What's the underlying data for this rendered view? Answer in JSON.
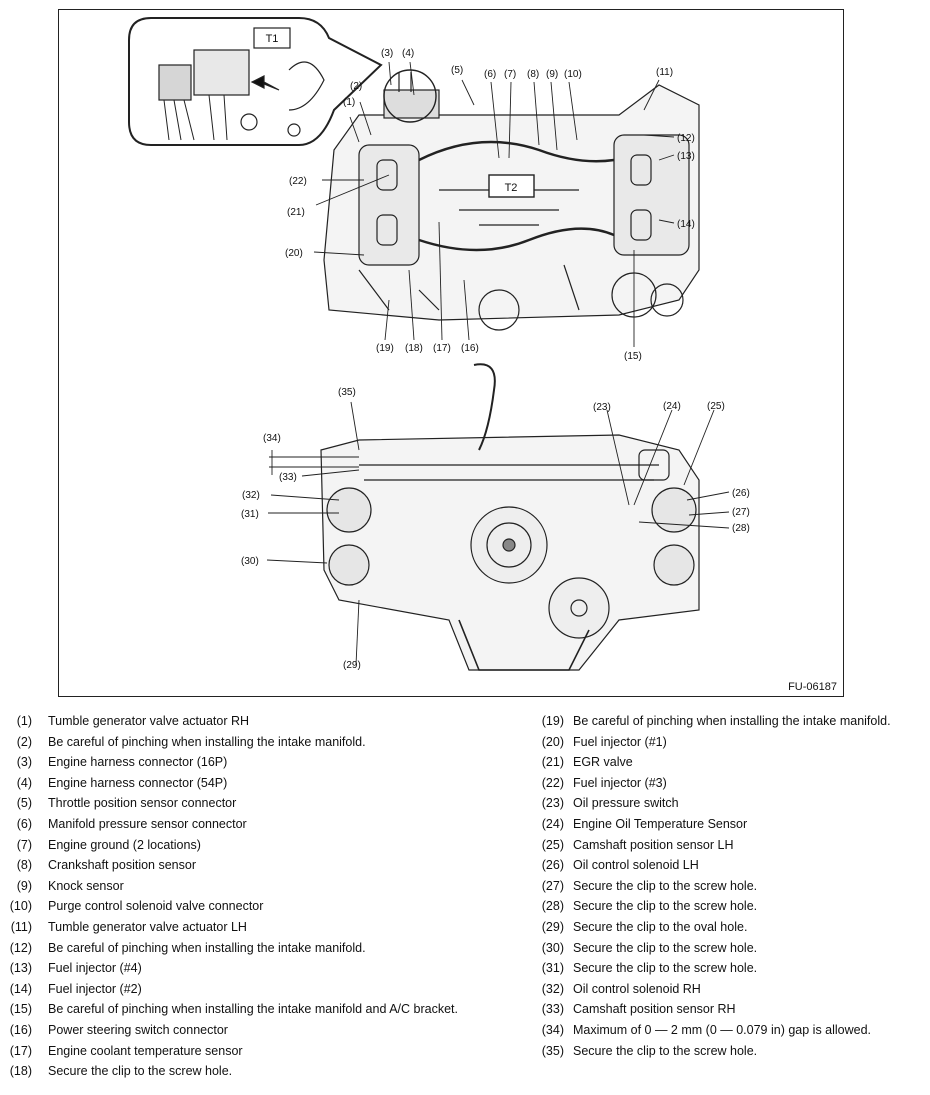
{
  "figure": {
    "code": "FU-06187",
    "tags": {
      "t1": "T1",
      "t2": "T2"
    },
    "callouts": [
      "(1)",
      "(2)",
      "(3)",
      "(4)",
      "(5)",
      "(6)",
      "(7)",
      "(8)",
      "(9)",
      "(10)",
      "(11)",
      "(12)",
      "(13)",
      "(14)",
      "(15)",
      "(16)",
      "(17)",
      "(18)",
      "(19)",
      "(20)",
      "(21)",
      "(22)",
      "(23)",
      "(24)",
      "(25)",
      "(26)",
      "(27)",
      "(28)",
      "(29)",
      "(30)",
      "(31)",
      "(32)",
      "(33)",
      "(34)",
      "(35)"
    ]
  },
  "legend": {
    "left": [
      {
        "num": "(1)",
        "text": "Tumble generator valve actuator RH"
      },
      {
        "num": "(2)",
        "text": "Be careful of pinching when installing the intake manifold."
      },
      {
        "num": "(3)",
        "text": "Engine harness connector (16P)"
      },
      {
        "num": "(4)",
        "text": "Engine harness connector (54P)"
      },
      {
        "num": "(5)",
        "text": "Throttle position sensor connector"
      },
      {
        "num": "(6)",
        "text": "Manifold pressure sensor connector"
      },
      {
        "num": "(7)",
        "text": "Engine ground (2 locations)"
      },
      {
        "num": "(8)",
        "text": "Crankshaft position sensor"
      },
      {
        "num": "(9)",
        "text": "Knock sensor"
      },
      {
        "num": "(10)",
        "text": "Purge control solenoid valve connector"
      },
      {
        "num": "(11)",
        "text": "Tumble generator valve actuator LH"
      },
      {
        "num": "(12)",
        "text": "Be careful of pinching when installing the intake manifold."
      },
      {
        "num": "(13)",
        "text": "Fuel injector (#4)"
      },
      {
        "num": "(14)",
        "text": "Fuel injector (#2)"
      },
      {
        "num": "(15)",
        "text": "Be careful of pinching when installing the intake manifold and A/C bracket."
      },
      {
        "num": "(16)",
        "text": "Power steering switch connector"
      },
      {
        "num": "(17)",
        "text": "Engine coolant temperature sensor"
      },
      {
        "num": "(18)",
        "text": "Secure the clip to the screw hole."
      }
    ],
    "right": [
      {
        "num": "(19)",
        "text": "Be careful of pinching when installing the intake manifold."
      },
      {
        "num": "(20)",
        "text": "Fuel injector (#1)"
      },
      {
        "num": "(21)",
        "text": "EGR valve"
      },
      {
        "num": "(22)",
        "text": "Fuel injector (#3)"
      },
      {
        "num": "(23)",
        "text": "Oil pressure switch"
      },
      {
        "num": "(24)",
        "text": "Engine Oil Temperature Sensor"
      },
      {
        "num": "(25)",
        "text": "Camshaft position sensor LH"
      },
      {
        "num": "(26)",
        "text": "Oil control solenoid LH"
      },
      {
        "num": "(27)",
        "text": "Secure the clip to the screw hole."
      },
      {
        "num": "(28)",
        "text": "Secure the clip to the screw hole."
      },
      {
        "num": "(29)",
        "text": "Secure the clip to the oval hole."
      },
      {
        "num": "(30)",
        "text": "Secure the clip to the screw hole."
      },
      {
        "num": "(31)",
        "text": "Secure the clip to the screw hole."
      },
      {
        "num": "(32)",
        "text": "Oil control solenoid RH"
      },
      {
        "num": "(33)",
        "text": "Camshaft position sensor RH"
      },
      {
        "num": "(34)",
        "text": "Maximum of 0 — 2 mm (0 — 0.079 in) gap is allowed."
      },
      {
        "num": "(35)",
        "text": "Secure the clip to the screw hole."
      }
    ]
  }
}
